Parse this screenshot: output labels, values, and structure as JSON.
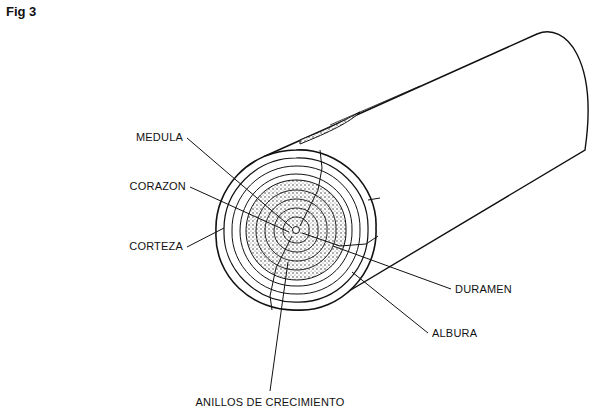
{
  "diagram": {
    "title": "Fig 3",
    "labels": [
      "MEDULA",
      "CORAZON",
      "CORTEZA",
      "DURAMEN",
      "ALBURA",
      "ANILLOS DE CRECIMIENTO"
    ]
  }
}
